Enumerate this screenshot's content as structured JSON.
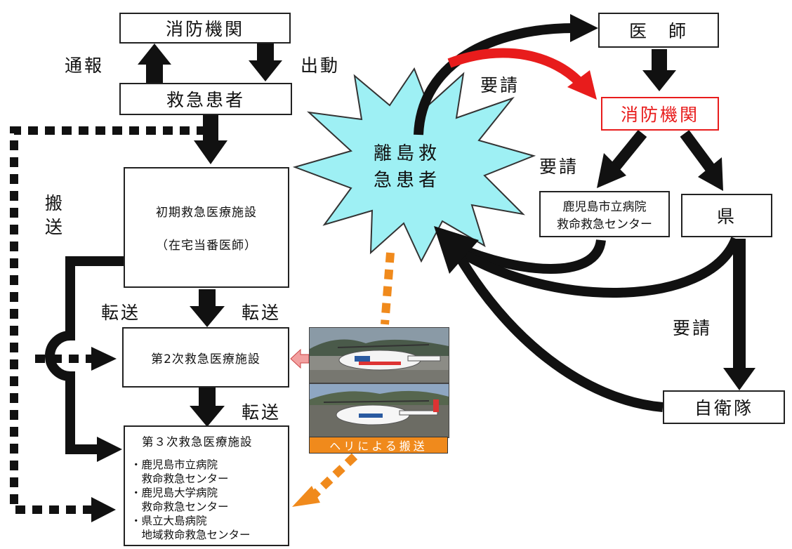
{
  "boxes": {
    "fire_left": "消防機関",
    "patient": "救急患者",
    "primary": "初期救急医療施設",
    "primary_sub": "（在宅当番医師）",
    "secondary": "第2次救急医療施設",
    "tertiary_title": "第３次救急医療施設",
    "tertiary_list": [
      "・鹿児島市立病院",
      "　救命救急センター",
      "・鹿児島大学病院",
      "　救命救急センター",
      "・県立大島病院",
      "　地域救命救急センター"
    ],
    "doctor": "医　師",
    "fire_right": "消防機関",
    "city_hospital_line1": "鹿児島市立病院",
    "city_hospital_line2": "救命救急センター",
    "prefecture": "県",
    "sdf": "自衛隊"
  },
  "burst": {
    "line1": "離島救",
    "line2": "急患者"
  },
  "labels": {
    "report": "通報",
    "dispatch": "出動",
    "transport_vertical": [
      "搬",
      "送"
    ],
    "transfer_left": "転送",
    "transfer_right": "転送",
    "transfer_lower": "転送",
    "request_top": "要請",
    "request_mid": "要請",
    "request_right": "要請"
  },
  "photo_caption": "ヘリによる搬送",
  "colors": {
    "black": "#111111",
    "red": "#e81c1c",
    "orange": "#f08a1c",
    "burst": "#9ef0f4",
    "pink_arrow": "#f2a0a0"
  }
}
